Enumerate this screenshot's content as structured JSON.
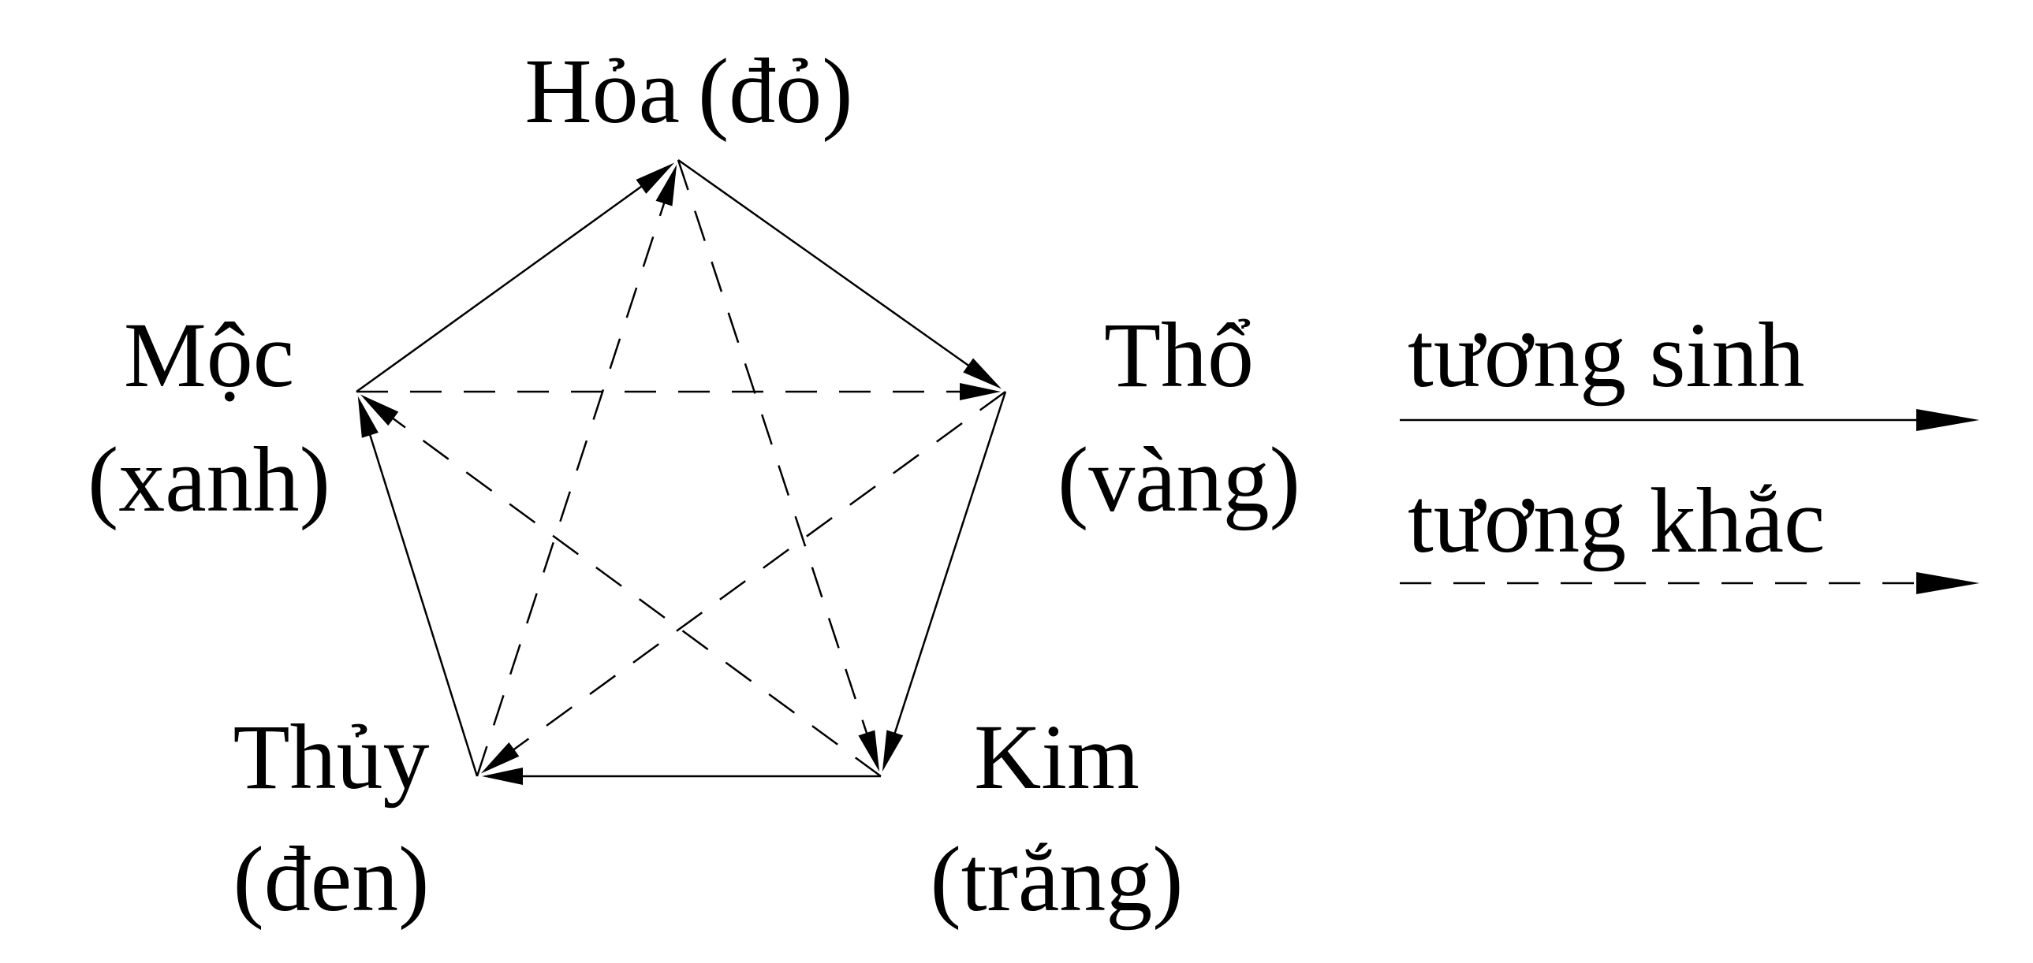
{
  "elements": [
    {
      "id": "hoa",
      "name": "Hỏa",
      "color_label": "(đỏ)"
    },
    {
      "id": "tho",
      "name": "Thổ",
      "color_label": "(vàng)"
    },
    {
      "id": "kim",
      "name": "Kim",
      "color_label": "(trắng)"
    },
    {
      "id": "thuy",
      "name": "Thủy",
      "color_label": "(đen)"
    },
    {
      "id": "moc",
      "name": "Mộc",
      "color_label": "(xanh)"
    }
  ],
  "generating_cycle": [
    {
      "from": "hoa",
      "to": "tho"
    },
    {
      "from": "tho",
      "to": "kim"
    },
    {
      "from": "kim",
      "to": "thuy"
    },
    {
      "from": "thuy",
      "to": "moc"
    },
    {
      "from": "moc",
      "to": "hoa"
    }
  ],
  "overcoming_cycle": [
    {
      "from": "moc",
      "to": "tho"
    },
    {
      "from": "tho",
      "to": "thuy"
    },
    {
      "from": "thuy",
      "to": "hoa"
    },
    {
      "from": "hoa",
      "to": "kim"
    },
    {
      "from": "kim",
      "to": "moc"
    }
  ],
  "legend": {
    "generating_label": "tương sinh",
    "overcoming_label": "tương khắc"
  }
}
